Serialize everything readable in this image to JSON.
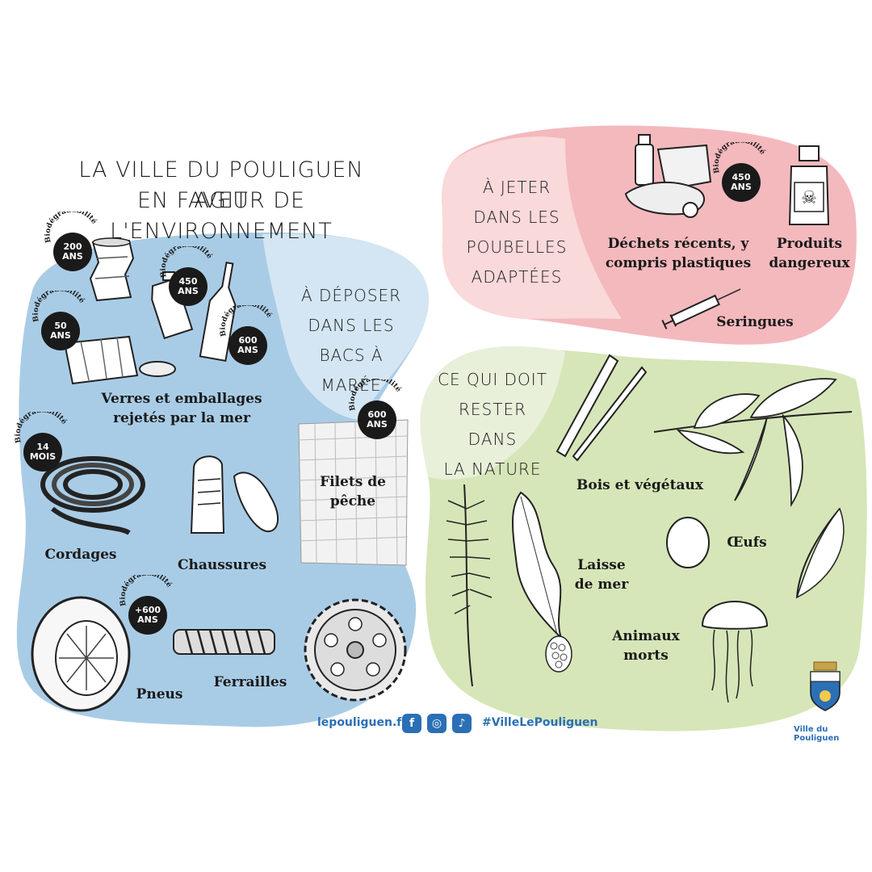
{
  "header": {
    "title_line1": "LA VILLE DU POULIGUEN AGIT",
    "title_line2": "EN FAVEUR DE L'ENVIRONNEMENT"
  },
  "blue_zone": {
    "title": "À DÉPOSER\nDANS LES\nBACS À MARÉE",
    "items": {
      "verres": "Verres et emballages\nrejetés par la mer",
      "filets": "Filets de\npêche",
      "cordages": "Cordages",
      "chaussures": "Chaussures",
      "pneus": "Pneus",
      "ferrailles": "Ferrailles"
    },
    "badges": {
      "can": {
        "caption": "Biodégradabilité",
        "value": "200",
        "unit": "ANS"
      },
      "bottle": {
        "caption": "Biodégradabilité",
        "value": "450",
        "unit": "ANS"
      },
      "tin": {
        "caption": "Biodégradabilité",
        "value": "50",
        "unit": "ANS"
      },
      "glass": {
        "caption": "Biodégradabilité",
        "value": "600",
        "unit": "ANS"
      },
      "net": {
        "caption": "Biodégradabilité",
        "value": "600",
        "unit": "ANS"
      },
      "rope": {
        "caption": "Biodégradabilité",
        "value": "14",
        "unit": "MOIS"
      },
      "tire": {
        "caption": "Biodégradabilité",
        "value": "+600",
        "unit": "ANS"
      }
    }
  },
  "pink_zone": {
    "title": "À JETER\nDANS LES\nPOUBELLES\nADAPTÉES",
    "items": {
      "dechets": "Déchets récents, y\ncompris plastiques",
      "produits": "Produits\ndangereux",
      "seringues": "Seringues"
    },
    "badge": {
      "caption": "Biodégradabilité",
      "value": "450",
      "unit": "ANS"
    }
  },
  "green_zone": {
    "title": "CE QUI DOIT\nRESTER DANS\nLA NATURE",
    "items": {
      "bois": "Bois et végétaux",
      "oeufs": "Œufs",
      "laisse": "Laisse\nde mer",
      "animaux": "Animaux\nmorts"
    }
  },
  "footer": {
    "website": "lepouliguen.fr",
    "hashtag": "#VilleLePouliguen",
    "social": [
      "f",
      "◎",
      "♪"
    ],
    "crest_label": "Ville du Pouliguen"
  },
  "colors": {
    "blue_dark": "#a9cce6",
    "blue_light": "#d4e6f3",
    "pink_dark": "#f4b9bd",
    "pink_light": "#f9d9da",
    "green_dark": "#d6e6b8",
    "green_light": "#e8f0da",
    "brand_blue": "#2b6fb5"
  }
}
